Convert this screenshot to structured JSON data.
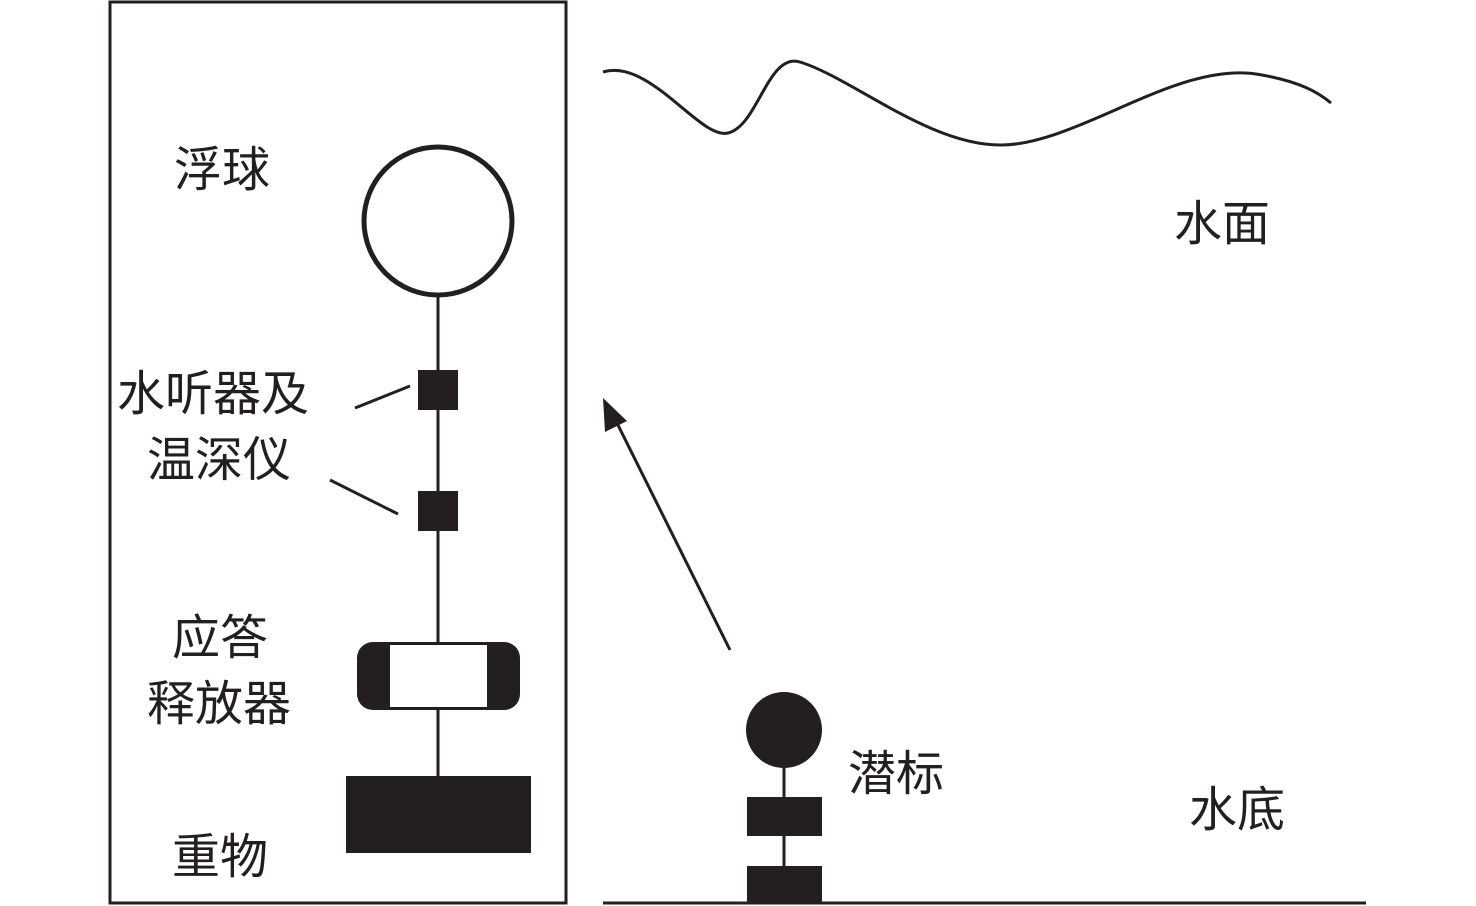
{
  "colors": {
    "ink": "#231f20",
    "background": "#ffffff"
  },
  "left_panel": {
    "float_label": "浮球",
    "hydrophone_label_line1": "水听器及",
    "hydrophone_label_line2": "温深仪",
    "release_label_line1": "应答",
    "release_label_line2": "释放器",
    "weight_label": "重物"
  },
  "right_panel": {
    "surface_label": "水面",
    "buoy_label": "潜标",
    "bottom_label": "水底"
  }
}
